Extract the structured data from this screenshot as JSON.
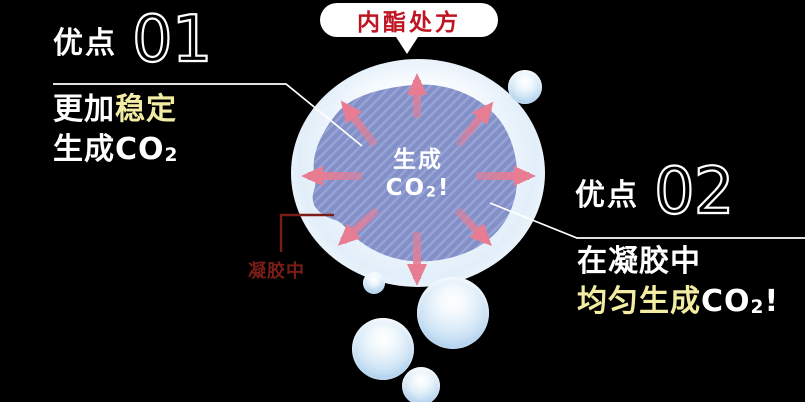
{
  "colors": {
    "background": "#000000",
    "badge_text_red": "#bf1522",
    "accent_yellow": "#f2eda2",
    "arrow_pink": "#e87c93",
    "gel_blob_blue": "#8390c8",
    "gel_stripe_blue": "#98a4d6",
    "gel_label_dark_red": "#7a1d17"
  },
  "badge": {
    "label": "内酯处方"
  },
  "bubble_center": {
    "line1": "生成",
    "co": "CO",
    "sub": "2",
    "excl": "!"
  },
  "gel_label": "凝胶中",
  "advantage1": {
    "label": "优点",
    "number": "01",
    "desc_white": "更加",
    "desc_yellow": "稳定",
    "desc_line2_co": "生成CO",
    "desc_line2_sub": "2"
  },
  "advantage2": {
    "label": "优点",
    "number": "02",
    "desc_line1": "在凝胶中",
    "desc_yellow": "均匀生成",
    "desc_co": "CO",
    "desc_sub": "2",
    "desc_excl": "!"
  }
}
